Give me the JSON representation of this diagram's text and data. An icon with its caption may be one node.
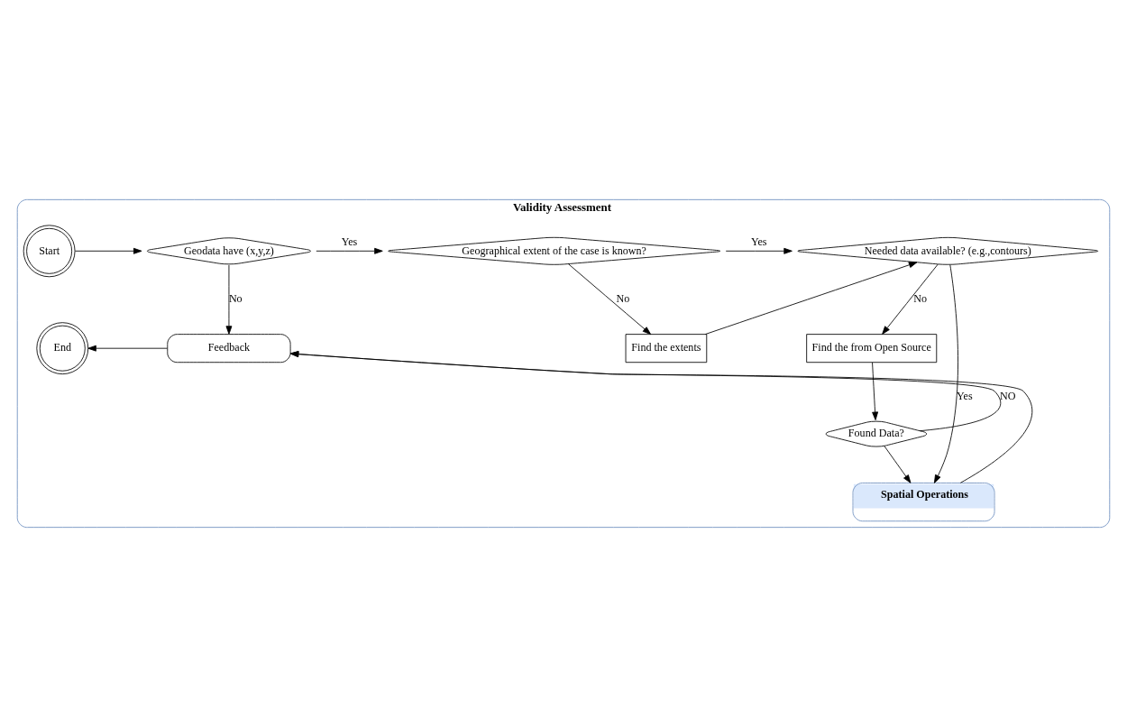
{
  "diagram": {
    "nodes": [
      {
        "text": [
          "Validity Assessment"
        ]
      },
      {
        "text": [
          "Start"
        ],
        "in": 0
      },
      {
        "text": [
          "Geodata have (x,y,z)"
        ],
        "in": 0
      },
      {
        "text": [
          "Geographical extent of the case is known?"
        ],
        "in": 0
      },
      {
        "text": [
          "Needed data available? (e.g.,contours)"
        ],
        "in": 0
      },
      {
        "text": [
          "End"
        ],
        "in": 0
      },
      {
        "text": [
          "Feedback"
        ],
        "in": 0
      },
      {
        "text": [
          "Find the extents"
        ],
        "in": 0
      },
      {
        "text": [
          "Find the from Open Source"
        ],
        "in": 0
      },
      {
        "text": [
          "Found Data?"
        ],
        "in": 0
      },
      {
        "text": [
          "Spatial Operations"
        ],
        "in": 0
      }
    ],
    "edges": [
      {
        "from": 1,
        "to": 2,
        "arrow": "to"
      },
      {
        "from": 2,
        "to": 3,
        "arrow": "to",
        "label": "Yes"
      },
      {
        "from": 3,
        "to": 4,
        "arrow": "to",
        "label": "Yes"
      },
      {
        "from": 2,
        "to": 6,
        "arrow": "to",
        "label": "No"
      },
      {
        "from": 3,
        "to": 7,
        "arrow": "to",
        "label": "No"
      },
      {
        "from": 7,
        "to": 4,
        "arrow": "to"
      },
      {
        "from": 4,
        "to": 8,
        "arrow": "to",
        "label": "No"
      },
      {
        "from": 8,
        "to": 9,
        "arrow": "to"
      },
      {
        "from": 9,
        "to": 6,
        "arrow": "to",
        "label": "NO"
      },
      {
        "from": 4,
        "to": 10,
        "arrow": "to",
        "label": "Yes"
      },
      {
        "from": 9,
        "to": 10,
        "arrow": "to"
      },
      {
        "from": 10,
        "to": 6,
        "arrow": "to"
      },
      {
        "from": 6,
        "to": 5,
        "arrow": "to"
      }
    ]
  }
}
